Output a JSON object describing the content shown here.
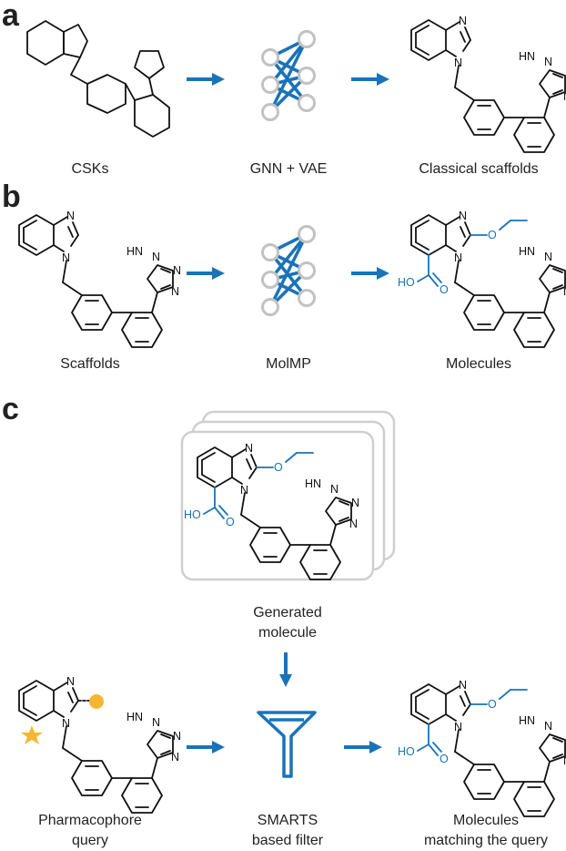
{
  "panels": {
    "a": {
      "letter": "a",
      "captions": [
        "CSKs",
        "GNN + VAE",
        "Classical scaffolds"
      ]
    },
    "b": {
      "letter": "b",
      "captions": [
        "Scaffolds",
        "MolMP",
        "Molecules"
      ]
    },
    "c": {
      "letter": "c",
      "generated": [
        "Generated",
        "molecule"
      ],
      "query": [
        "Pharmacophore",
        "query"
      ],
      "filter": [
        "SMARTS",
        "based filter"
      ],
      "result": [
        "Molecules",
        "matching the query"
      ]
    }
  },
  "atoms": {
    "n": "N",
    "hn": "HN",
    "o": "O",
    "ho": "HO"
  },
  "colors": {
    "accent": "#1a73b8",
    "pharmacophore": "#f5b731",
    "node_outline": "#c2c2c2",
    "card_outline": "#cfcfcf"
  }
}
